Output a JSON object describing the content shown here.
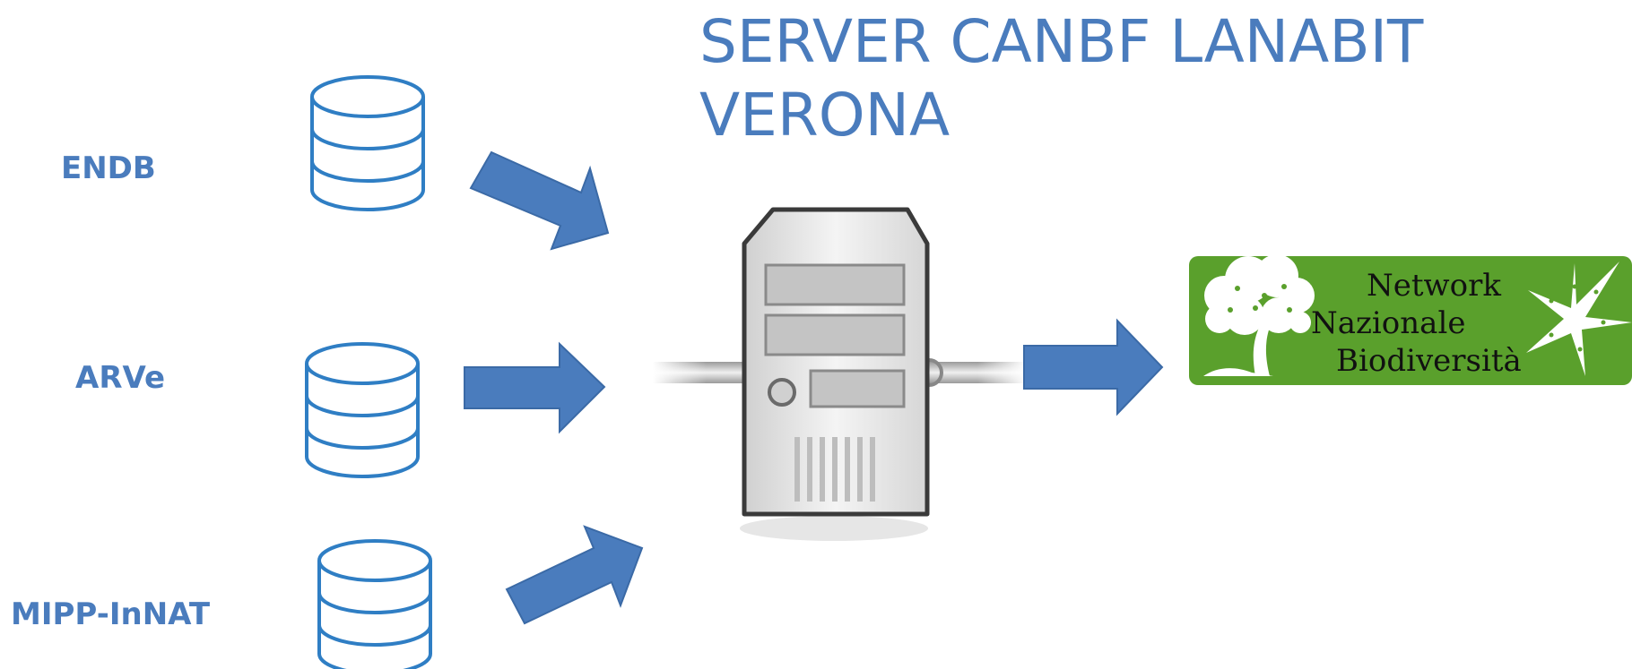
{
  "title": {
    "line1": "SERVER CANBF LANABIT",
    "line2": "VERONA"
  },
  "sources": [
    {
      "label": "ENDB",
      "icon": "database-icon"
    },
    {
      "label": "ARVe",
      "icon": "database-icon"
    },
    {
      "label": "MIPP-InNAT",
      "icon": "database-icon"
    }
  ],
  "server": {
    "icon": "server-tower-icon"
  },
  "destination": {
    "line1": "Network",
    "line2": "Nazionale",
    "line3": "Biodiversità",
    "bg_color": "#5aa02c"
  },
  "colors": {
    "accent": "#4a7cbd",
    "arrow": "#4a7cbd",
    "db_stroke": "#2f7ec4"
  }
}
